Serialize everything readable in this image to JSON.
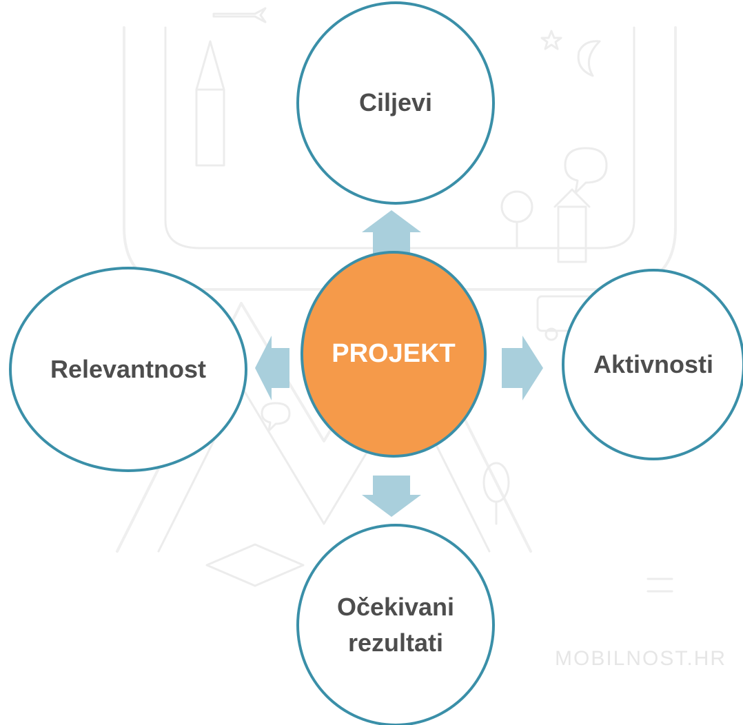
{
  "diagram": {
    "center": {
      "label": "PROJEKT",
      "fill": "#f59a4a"
    },
    "nodes": [
      {
        "id": "top",
        "label": "Ciljevi"
      },
      {
        "id": "right",
        "label": "Aktivnosti"
      },
      {
        "id": "bottom",
        "label": "Očekivani\nrezultati"
      },
      {
        "id": "left",
        "label": "Relevantnost"
      }
    ],
    "arrow_color": "#a9cfdc",
    "node_border_color": "#3a8fa8",
    "text_color": "#4d4d4d"
  },
  "watermark": {
    "text": "MOBILNOST.HR"
  }
}
